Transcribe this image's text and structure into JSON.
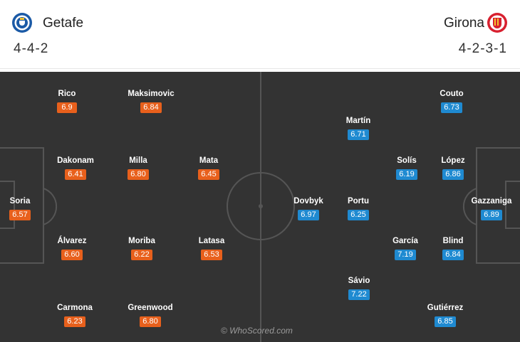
{
  "home": {
    "name": "Getafe",
    "formation": "4-4-2",
    "players": [
      {
        "name": "Rico",
        "rating": "6.9"
      },
      {
        "name": "Maksimovic",
        "rating": "6.84"
      },
      {
        "name": "Dakonam",
        "rating": "6.41"
      },
      {
        "name": "Milla",
        "rating": "6.80"
      },
      {
        "name": "Mata",
        "rating": "6.45"
      },
      {
        "name": "Soria",
        "rating": "6.57"
      },
      {
        "name": "Álvarez",
        "rating": "6.60"
      },
      {
        "name": "Moriba",
        "rating": "6.22"
      },
      {
        "name": "Latasa",
        "rating": "6.53"
      },
      {
        "name": "Carmona",
        "rating": "6.23"
      },
      {
        "name": "Greenwood",
        "rating": "6.80"
      }
    ]
  },
  "away": {
    "name": "Girona",
    "formation": "4-2-3-1",
    "players": [
      {
        "name": "Couto",
        "rating": "6.73"
      },
      {
        "name": "Martín",
        "rating": "6.71"
      },
      {
        "name": "Solís",
        "rating": "6.19"
      },
      {
        "name": "López",
        "rating": "6.86"
      },
      {
        "name": "Dovbyk",
        "rating": "6.97"
      },
      {
        "name": "Portu",
        "rating": "6.25"
      },
      {
        "name": "Gazzaniga",
        "rating": "6.89"
      },
      {
        "name": "García",
        "rating": "7.19"
      },
      {
        "name": "Blind",
        "rating": "6.84"
      },
      {
        "name": "Sávio",
        "rating": "7.22"
      },
      {
        "name": "Gutiérrez",
        "rating": "6.85"
      }
    ]
  },
  "watermark": "© WhoScored.com",
  "colors": {
    "home_rating": "#e8601c",
    "away_rating": "#1f8ad1",
    "pitch": "#333333"
  }
}
